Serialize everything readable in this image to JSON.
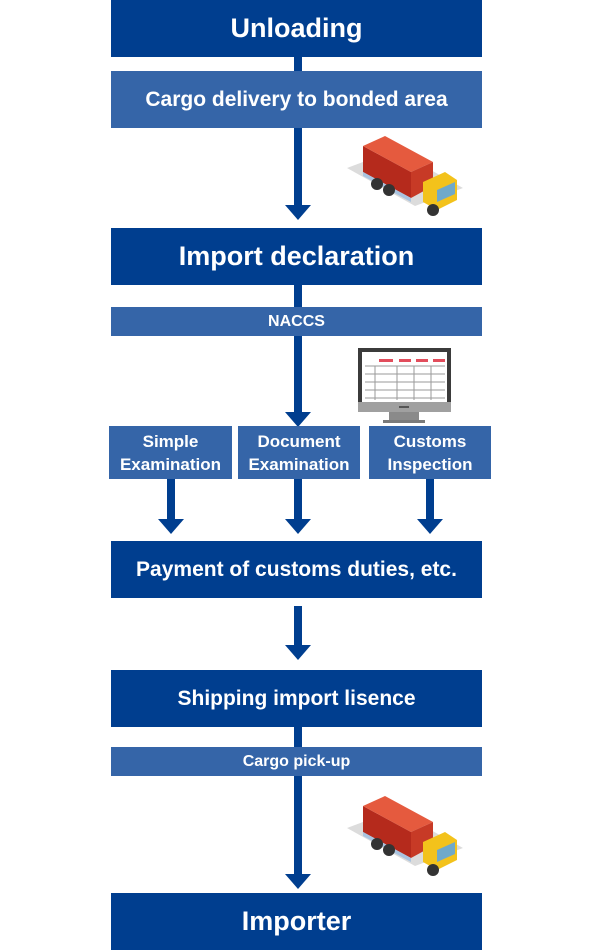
{
  "flow": {
    "unloading": "Unloading",
    "cargo_delivery": "Cargo delivery to bonded area",
    "import_declaration": "Import declaration",
    "naccs": "NACCS",
    "examinations": [
      {
        "line1": "Simple",
        "line2": "Examination"
      },
      {
        "line1": "Document",
        "line2": "Examination"
      },
      {
        "line1": "Customs",
        "line2": "Inspection"
      }
    ],
    "payment": "Payment of customs duties, etc.",
    "license": "Shipping import lisence",
    "pickup": "Cargo pick-up",
    "importer": "Importer"
  },
  "icons": {
    "truck_top": "truck-icon",
    "computer": "computer-monitor-icon",
    "truck_bottom": "truck-icon"
  },
  "colors": {
    "dark_blue": "#003e8f",
    "light_blue": "#3565a8",
    "truck_cargo": "#d9452f",
    "truck_cab": "#f3c21b"
  }
}
